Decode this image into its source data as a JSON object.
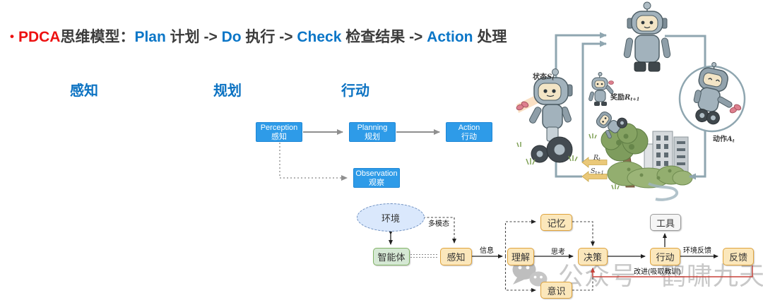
{
  "title": {
    "bullet": "•",
    "segments": [
      {
        "text": "PDCA"
      },
      {
        "text": "思维模型："
      },
      {
        "text": "Plan "
      },
      {
        "text": "计划 -> "
      },
      {
        "text": "Do "
      },
      {
        "text": "执行 -> "
      },
      {
        "text": "Check "
      },
      {
        "text": "检查结果 -> "
      },
      {
        "text": "Action "
      },
      {
        "text": "处理"
      }
    ]
  },
  "stage_labels": {
    "s1": "感知",
    "s2": "规划",
    "s3": "行动"
  },
  "pipeline": {
    "perception_en": "Perception",
    "perception_zh": "感知",
    "planning_en": "Planning",
    "planning_zh": "规划",
    "action_en": "Action",
    "action_zh": "行动",
    "observation_en": "Observation",
    "observation_zh": "观察"
  },
  "rl": {
    "state_zh": "状态",
    "state_var": "S",
    "state_sub": "t",
    "reward_zh": "奖励",
    "reward_var": "R",
    "reward_sub": "t+1",
    "action_zh": "动作",
    "action_var": "A",
    "action_sub": "t",
    "r_var": "R",
    "r_sub": "t",
    "s_var": "S",
    "s_sub": "t+1"
  },
  "agent_flow": {
    "env": "环境",
    "agent": "智能体",
    "perceive": "感知",
    "understand": "理解",
    "decide": "决策",
    "act": "行动",
    "feedback": "反馈",
    "memory": "记忆",
    "consciousness": "意识",
    "tool": "工具",
    "lbl_multimodal": "多模态",
    "lbl_info": "信息",
    "lbl_think": "思考",
    "lbl_envfb": "环境反馈",
    "lbl_improve": "改进(吸取教训)"
  },
  "watermark": {
    "text1": "公众号",
    "text2": "鹤啸九天"
  },
  "colors": {
    "title_red": "#ED1111",
    "title_blue": "#0B76C7",
    "title_dark": "#3C3C3C",
    "pipeline_box": "#2E9BE8",
    "node_orange_fill": "#FBE7BB",
    "node_orange_stroke": "#DFA33C",
    "node_green_fill": "#D5E8D4",
    "node_green_stroke": "#82B366",
    "env_fill": "#DAE8FC",
    "env_stroke": "#6C8EBF",
    "tool_fill": "#F5F5F5",
    "feedback_edge_red": "#C9423A",
    "loop_gray": "#8FA6B0",
    "reward_arrow_yellow": "#EAC878"
  }
}
